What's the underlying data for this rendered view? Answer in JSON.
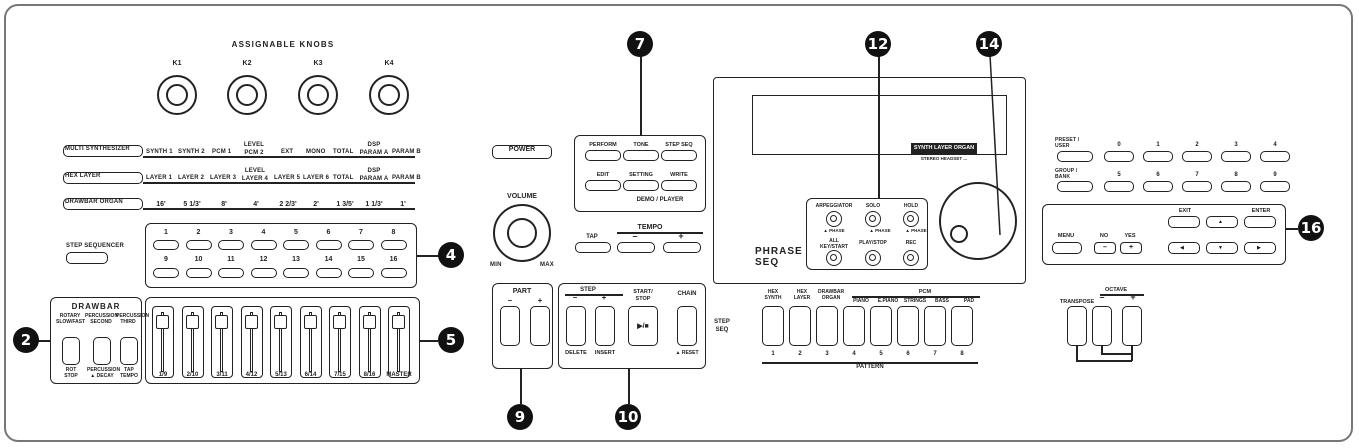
{
  "knobs": {
    "title": "ASSIGNABLE KNOBS",
    "labels": [
      "K1",
      "K2",
      "K3",
      "K4"
    ]
  },
  "left_modes": [
    "MULTI SYNTHESIZER",
    "HEX LAYER",
    "DRAWBAR ORGAN",
    "STEP SEQUENCER"
  ],
  "level_rows": {
    "row1": [
      "SYNTH 1",
      "SYNTH 2",
      "PCM 1",
      "LEVEL PCM 2",
      "EXT",
      "MONO",
      "TOTAL",
      "DSP PARAM A",
      "PARAM B"
    ],
    "row2": [
      "LAYER 1",
      "LAYER 2",
      "LAYER 3",
      "LEVEL LAYER 4",
      "LAYER 5",
      "LAYER 6",
      "TOTAL",
      "DSP PARAM A",
      "PARAM B"
    ],
    "row3": [
      "16'",
      "5 1/3'",
      "8'",
      "4'",
      "2 2/3'",
      "2'",
      "1 3/5'",
      "1 1/3'",
      "1'"
    ]
  },
  "step_buttons_top": [
    "1",
    "2",
    "3",
    "4",
    "5",
    "6",
    "7",
    "8"
  ],
  "step_buttons_bottom": [
    "9",
    "10",
    "11",
    "12",
    "13",
    "14",
    "15",
    "16"
  ],
  "drawbar": {
    "title": "DRAWBAR",
    "top_labels": [
      "ROTARY SLOW/FAST",
      "PERCUSSION SECOND",
      "PERCUSSION THIRD"
    ],
    "bottom_labels": [
      "ROT STOP",
      "PERCUSSION ▲ DECAY",
      "TAP TEMPO"
    ]
  },
  "fader_labels": [
    "1/9",
    "2/10",
    "3/11",
    "4/12",
    "5/13",
    "6/14",
    "7/15",
    "8/16",
    "MASTER"
  ],
  "power": "POWER",
  "volume": {
    "label": "VOLUME",
    "min": "MIN",
    "max": "MAX"
  },
  "mode_buttons": [
    "PERFORM",
    "TONE",
    "STEP SEQ",
    "EDIT",
    "SETTING",
    "WRITE"
  ],
  "demo_label": "DEMO / PLAYER",
  "tempo": {
    "title": "TEMPO",
    "tap": "TAP",
    "minus": "–",
    "plus": "+"
  },
  "part": {
    "title": "PART",
    "minus": "–",
    "plus": "+"
  },
  "step": {
    "title": "STEP",
    "minus": "–",
    "plus": "+",
    "delete": "DELETE",
    "insert": "INSERT",
    "start_stop": "START/ STOP",
    "play_symbol": "▶/■",
    "chain": "CHAIN",
    "chain_sub": "▲ RESET"
  },
  "step_seq_label": "STEP SEQ",
  "phrase_seq": "PHRASE SEQ",
  "display_badge": "SYNTH LAYER ORGAN",
  "display_sub": "STEREO HEADSET ...",
  "phrase_buttons": [
    "ARPEGGIATOR",
    "SOLO",
    "HOLD",
    "ALL KEY/START",
    "PLAY/STOP",
    "REC"
  ],
  "phrase_subs": [
    "▲ PHASE",
    "▲ PHASE",
    "▲ PHASE"
  ],
  "pattern": {
    "top_labels": [
      "HEX SYNTH",
      "HEX LAYER",
      "DRAWBAR ORGAN",
      "PCM"
    ],
    "pcm_labels": [
      "PIANO",
      "E.PIANO",
      "STRINGS",
      "BASS",
      "PAD"
    ],
    "numbers": [
      "1",
      "2",
      "3",
      "4",
      "5",
      "6",
      "7",
      "8"
    ],
    "title": "PATTERN"
  },
  "transpose": "TRANSPOSE",
  "octave": {
    "title": "OCTAVE",
    "minus": "–",
    "plus": "+"
  },
  "bank": {
    "preset_label": "PRESET / USER",
    "bank_label": "GROUP / BANK",
    "row1": [
      "0",
      "1",
      "2",
      "3",
      "4"
    ],
    "row2": [
      "5",
      "6",
      "7",
      "8",
      "9"
    ]
  },
  "nav": {
    "menu": "MENU",
    "no": "NO",
    "yes": "YES",
    "exit": "EXIT",
    "enter": "ENTER",
    "minus": "–",
    "plus": "+"
  },
  "callouts": [
    "7",
    "12",
    "14",
    "4",
    "16",
    "2",
    "5",
    "9",
    "10"
  ]
}
